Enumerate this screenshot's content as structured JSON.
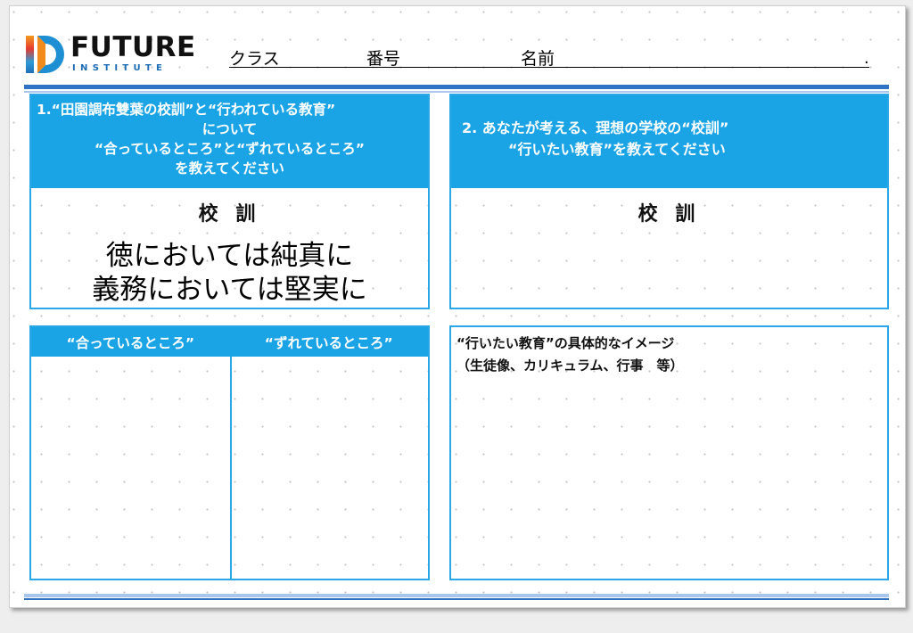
{
  "header": {
    "logo": {
      "word": "FUTURE",
      "sub": "INSTITUTE"
    },
    "class_label": "クラス",
    "number_label": "番号",
    "name_label": "名前",
    "end_mark": "."
  },
  "section1": {
    "heading_lines": [
      "1.“田園調布雙葉の校訓”と“行われている教育”",
      "について",
      "“合っているところ”と“ずれているところ”",
      "を教えてください"
    ],
    "motto_title": "校 訓",
    "motto_lines": [
      "徳においては純真に",
      "義務においては堅実に"
    ]
  },
  "section2": {
    "heading_lines": [
      "2. あなたが考える、理想の学校の“校訓”",
      "“行いたい教育”を教えてください"
    ],
    "motto_title": "校 訓"
  },
  "section3": {
    "col_left": "“合っているところ”",
    "col_right": "“ずれているところ”"
  },
  "section4": {
    "lines": [
      "“行いたい教育”の具体的なイメージ",
      "（生徒像、カリキュラム、行事　等）"
    ]
  },
  "colors": {
    "accent": "#1aa4e6",
    "border": "#2aa7e6",
    "rule_dark": "#2f73c4",
    "rule_light": "#a8c6ec"
  }
}
